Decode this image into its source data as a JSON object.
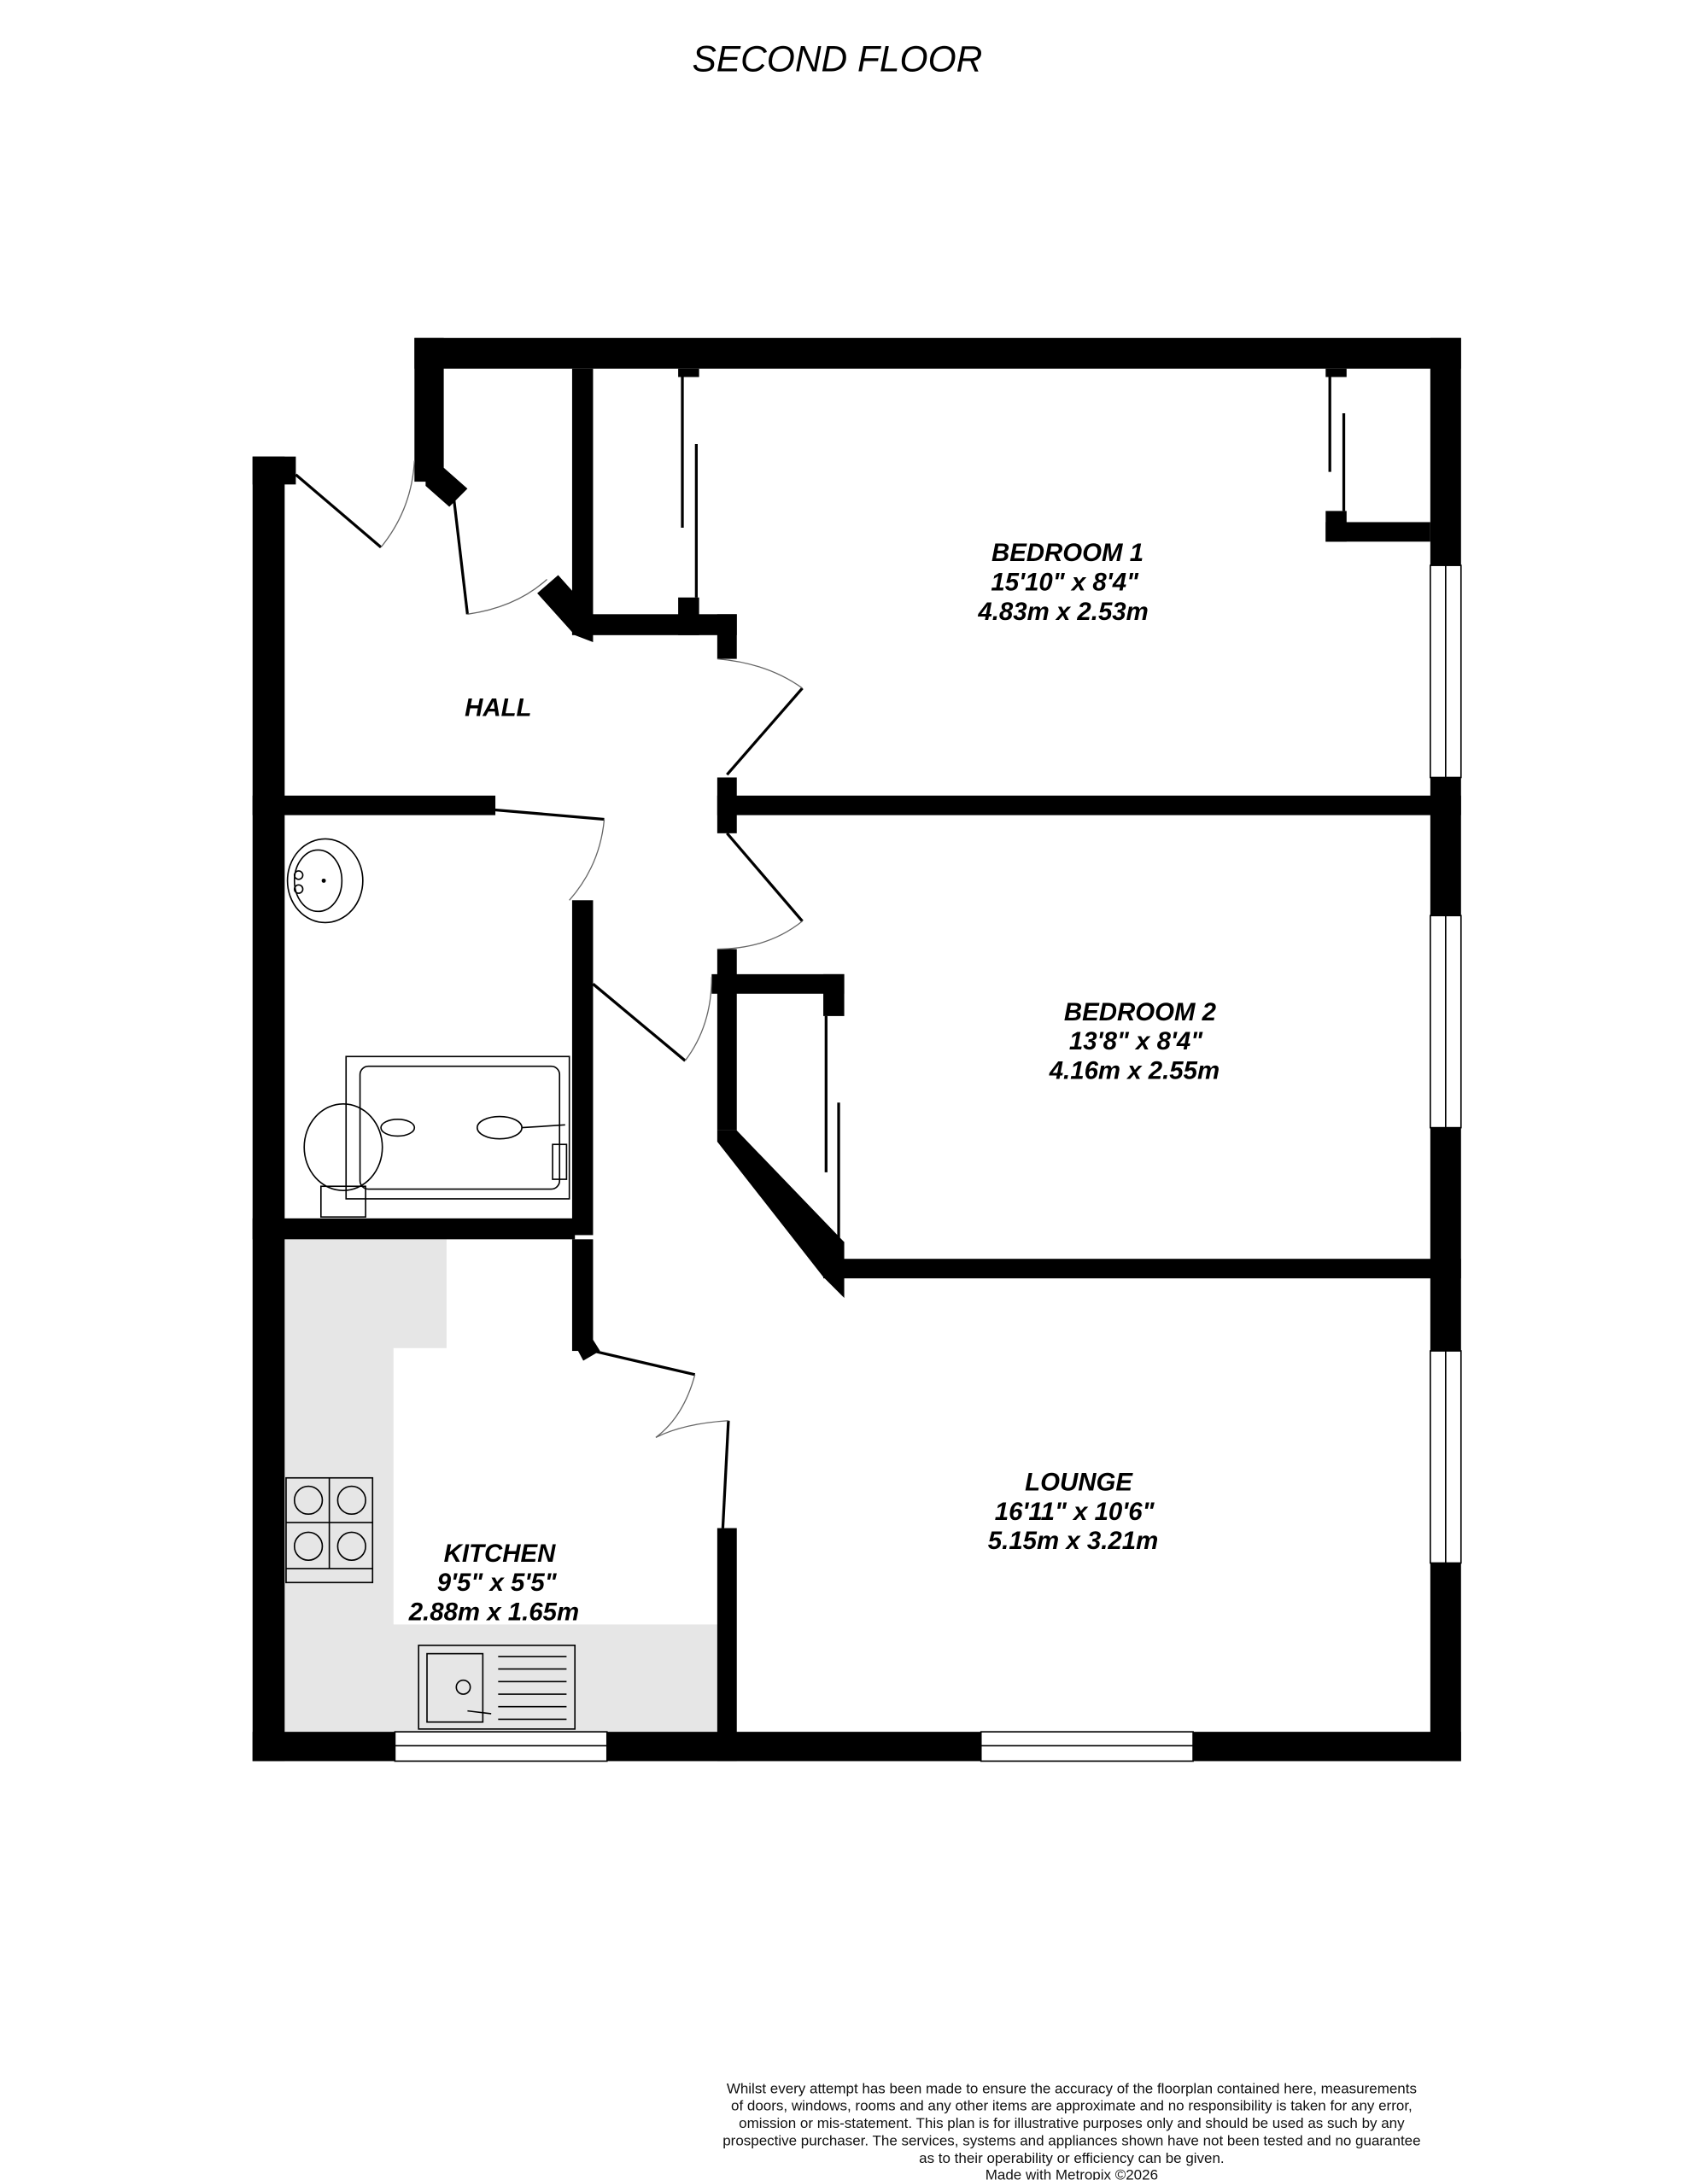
{
  "title": "SECOND FLOOR",
  "rooms": [
    {
      "name": "BEDROOM 1",
      "imperial": "15'10\"  x 8'4\"",
      "metric": "4.83m  x 2.53m"
    },
    {
      "name": "HALL"
    },
    {
      "name": "BEDROOM 2",
      "imperial": "13'8\"  x 8'4\"",
      "metric": "4.16m  x 2.55m"
    },
    {
      "name": "LOUNGE",
      "imperial": "16'11\"  x 10'6\"",
      "metric": "5.15m  x 3.21m"
    },
    {
      "name": "KITCHEN",
      "imperial": "9'5\"  x 5'5\"",
      "metric": "2.88m  x 1.65m"
    }
  ],
  "disclaimer": [
    "Whilst every attempt has been made to ensure the accuracy of the floorplan contained here, measurements",
    "of doors, windows, rooms and any other items are approximate and no responsibility is taken for any error,",
    "omission or mis-statement. This plan is for illustrative purposes only and should be used as such by any",
    "prospective purchaser. The services, systems and appliances shown have not been tested and no guarantee",
    "as to their operability or efficiency can be given.",
    "Made with Metropix ©2026"
  ],
  "colors": {
    "walls": "#000000",
    "kitchen_worktop": "#e6e6e6"
  }
}
